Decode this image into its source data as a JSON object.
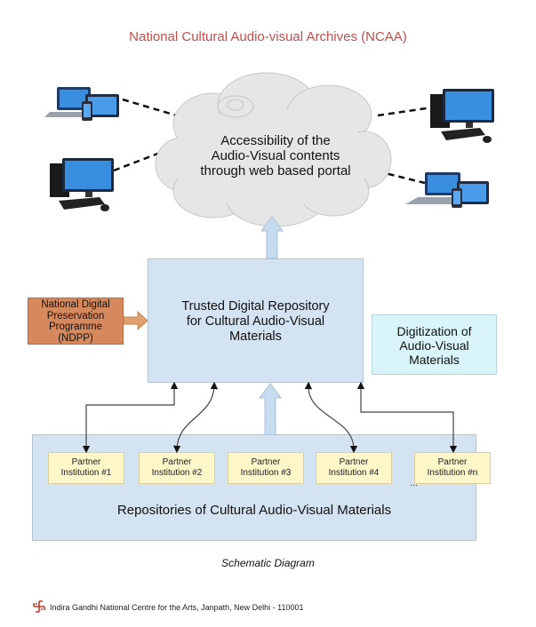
{
  "title": "National Cultural Audio-visual Archives (NCAA)",
  "cloud": {
    "lines": [
      "Accessibility of the",
      "Audio-Visual contents",
      "through web based portal"
    ]
  },
  "devices": [
    {
      "name": "laptop-tablet-phone",
      "position": "top-left"
    },
    {
      "name": "desktop-computer",
      "position": "middle-left"
    },
    {
      "name": "desktop-computer",
      "position": "top-right"
    },
    {
      "name": "laptop-tablet-phone",
      "position": "middle-right"
    }
  ],
  "trusted_repository": {
    "lines": [
      "Trusted Digital Repository",
      "for Cultural Audio-Visual",
      "Materials"
    ]
  },
  "ndpp": {
    "lines": [
      "National Digital",
      "Preservation",
      "Programme",
      "(NDPP)"
    ]
  },
  "digitization": {
    "lines": [
      "Digitization of",
      "Audio-Visual",
      "Materials"
    ]
  },
  "partners": [
    {
      "line1": "Partner",
      "line2": "Institution #1"
    },
    {
      "line1": "Partner",
      "line2": "Institution #2"
    },
    {
      "line1": "Partner",
      "line2": "Institution #3"
    },
    {
      "line1": "Partner",
      "line2": "Institution #4"
    },
    {
      "line1": "Partner",
      "line2": "Institution #n"
    }
  ],
  "ellipsis": "...",
  "repositories_label": "Repositories of Cultural Audio-Visual Materials",
  "caption": "Schematic Diagram",
  "footer": "Indira Gandhi National Centre for the Arts, Janpath, New Delhi - 110001",
  "colors": {
    "title": "#c0504d",
    "repository_fill": "#d4e3f1",
    "ndpp_fill": "#d6895c",
    "digitization_fill": "#d9f5f9",
    "partner_fill": "#fdf6c8",
    "cloud_fill": "#e6e6e6"
  }
}
